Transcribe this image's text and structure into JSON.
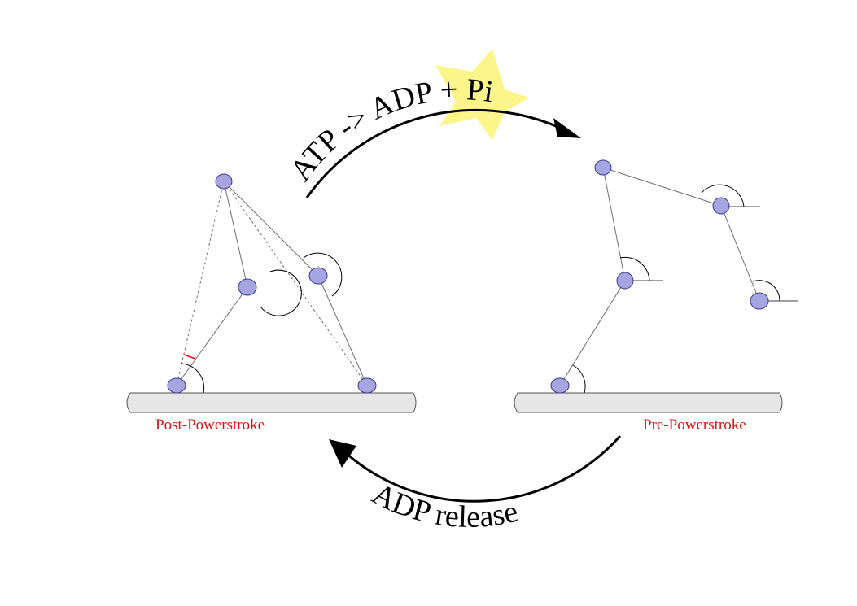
{
  "labels": {
    "reaction_top": "ATP -> ADP + Pi",
    "reaction_bottom": "ADP release",
    "state_left": "Post-Powerstroke",
    "state_right": "Pre-Powerstroke"
  },
  "colors": {
    "joint_fill": "#a5a5e2",
    "state_label": "#e01010",
    "star_highlight": "#fbf58a",
    "rail": "#e6e6e6"
  }
}
